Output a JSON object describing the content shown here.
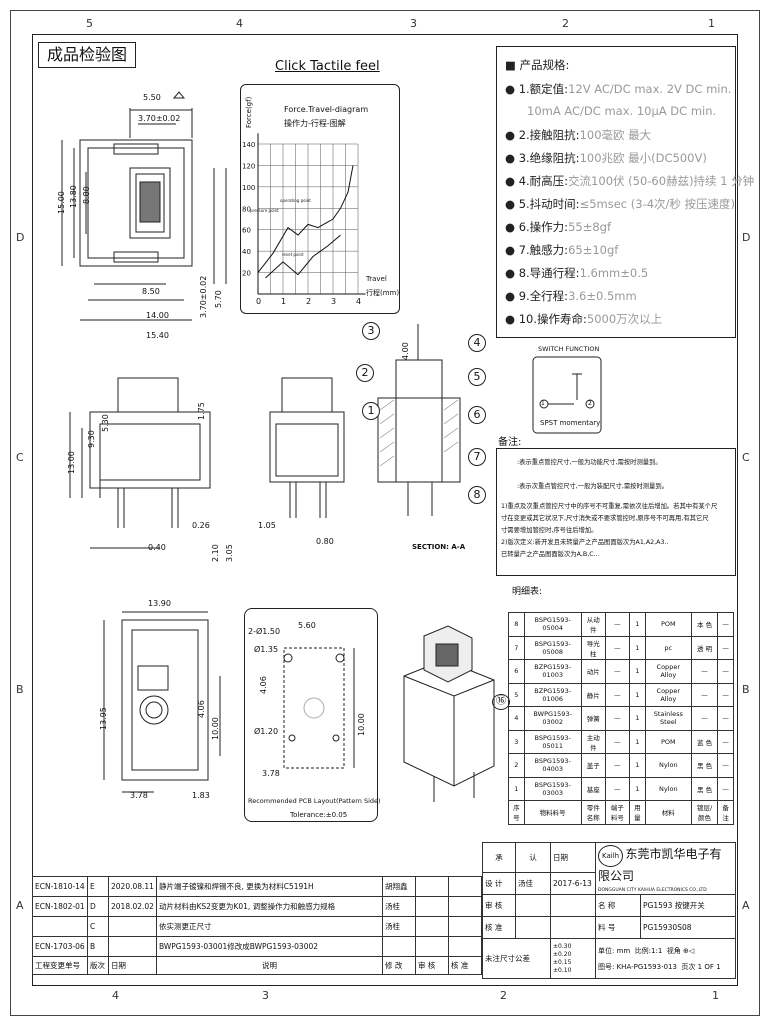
{
  "zones": {
    "top": [
      "5",
      "4",
      "3",
      "2",
      "1"
    ],
    "bottom": [
      "4",
      "3",
      "2",
      "1"
    ],
    "left": [
      "D",
      "C",
      "B",
      "A"
    ],
    "right": [
      "D",
      "C",
      "B",
      "A"
    ]
  },
  "title": "成品检验图",
  "chart_title": "Click Tactile feel",
  "diagram_title_en": "Force.Travel-diagram",
  "diagram_title_cn": "操作力-行程-图解",
  "y_axis_label": "Force(gf)",
  "x_axis_label_en": "Travel",
  "x_axis_label_cn": "行程(mm)",
  "chart_annotations": [
    "operating point",
    "pressure point",
    "reset point"
  ],
  "chart_data": {
    "type": "line",
    "title": "Click Tactile feel",
    "xlabel": "Travel 行程(mm)",
    "ylabel": "Force(gf)",
    "xlim": [
      0,
      4
    ],
    "ylim": [
      0,
      140
    ],
    "x_ticks": [
      "0",
      "1",
      "2",
      "3",
      "4"
    ],
    "y_ticks": [
      "20",
      "40",
      "60",
      "80",
      "100",
      "120",
      "140"
    ],
    "grid": true,
    "series": [
      {
        "x": [
          0,
          0.6,
          1.2,
          1.6,
          2.0,
          2.4,
          2.7,
          3.0,
          3.3,
          3.6,
          3.8
        ],
        "y": [
          20,
          38,
          62,
          55,
          65,
          62,
          66,
          70,
          80,
          95,
          120
        ]
      },
      {
        "x": [
          0.3,
          1.0,
          1.6,
          2.2,
          2.8,
          3.3
        ],
        "y": [
          15,
          30,
          18,
          35,
          45,
          55
        ]
      }
    ]
  },
  "specs": {
    "header": "产品规格:",
    "items": [
      {
        "label": "1.额定值:",
        "value": "12V AC/DC max. 2V DC min."
      },
      {
        "label": "",
        "value": "10mA AC/DC max. 10μA DC min."
      },
      {
        "label": "2.接触阻抗:",
        "value": "100毫欧 最大"
      },
      {
        "label": "3.绝缘阻抗:",
        "value": "100兆欧 最小(DC500V)"
      },
      {
        "label": "4.耐高压:",
        "value": "交流100伏 (50-60赫兹)持续 1 分钟"
      },
      {
        "label": "5.抖动时间:",
        "value": "≤5msec (3-4次/秒 按压速度)"
      },
      {
        "label": "6.操作力:",
        "value": "55±8gf"
      },
      {
        "label": "7.触感力:",
        "value": "65±10gf"
      },
      {
        "label": "8.导通行程:",
        "value": "1.6mm±0.5"
      },
      {
        "label": "9.全行程:",
        "value": "3.6±0.5mm"
      },
      {
        "label": "10.操作寿命:",
        "value": "5000万次以上"
      }
    ]
  },
  "switch_function": {
    "title": "SWITCH FUNCTION",
    "label": "SPST momentary",
    "pins": [
      "1",
      "2"
    ]
  },
  "notes": {
    "title": "备注:",
    "lines": [
      ":表示重点管控尺寸,一般为功能尺寸,需按时测量到。",
      ":表示次重点管控尺寸,一般为装配尺寸,需按时测量到。",
      "1)重点及次重点管控尺寸中的序号不可重复,需依次往后增加。若其中有某个尺",
      "寸在变更或其它状况下,尺寸消失或不要求管控时,原序号不可再用,有其它尺",
      "寸需要增加管控时,序号往后增加。",
      "2)版次定义:新开发且未转量产之产品图面版次为A1,A2,A3..",
      "已转量产之产品图面版次为A,B,C..."
    ]
  },
  "bom": {
    "title": "明细表:",
    "headers": [
      "序号",
      "物料料号",
      "零件名称",
      "端子料号",
      "用量",
      "材料",
      "镀层/颜色",
      "备注"
    ],
    "rows": [
      {
        "no": "8",
        "part": "BSPG1593-05004",
        "name": "从动件",
        "term": "—",
        "qty": "1",
        "mat": "POM",
        "color": "本 色"
      },
      {
        "no": "7",
        "part": "BSPG1593-05008",
        "name": "导光柱",
        "term": "—",
        "qty": "1",
        "mat": "pc",
        "color": "透 明"
      },
      {
        "no": "6",
        "part": "BZPG1593-01003",
        "name": "动片",
        "term": "—",
        "qty": "1",
        "mat": "Copper Alloy",
        "color": "—"
      },
      {
        "no": "5",
        "part": "BZPG1593-01006",
        "name": "静片",
        "term": "—",
        "qty": "1",
        "mat": "Copper Alloy",
        "color": "—"
      },
      {
        "no": "4",
        "part": "BWPG1593-03002",
        "name": "弹簧",
        "term": "—",
        "qty": "1",
        "mat": "Stainless Steel",
        "color": "—"
      },
      {
        "no": "3",
        "part": "BSPG1593-05011",
        "name": "主动件",
        "term": "—",
        "qty": "1",
        "mat": "POM",
        "color": "蓝 色"
      },
      {
        "no": "2",
        "part": "BSPG1593-04003",
        "name": "盖子",
        "term": "—",
        "qty": "1",
        "mat": "Nylon",
        "color": "黑 色"
      },
      {
        "no": "1",
        "part": "BSPG1593-03003",
        "name": "基座",
        "term": "—",
        "qty": "1",
        "mat": "Nylon",
        "color": "黑 色"
      }
    ]
  },
  "dims": {
    "top_w": "5.50",
    "top_w2": "3.70±0.02",
    "h15": "15.00",
    "h13": "13.80",
    "h8": "8.80",
    "w850": "8.50",
    "w14": "14.00",
    "w1540": "15.40",
    "v370": "3.70±0.02",
    "v570": "5.70",
    "s1300": "13.00",
    "s930": "9.30",
    "s530": "5.30",
    "s175": "1.75",
    "s026": "0.26",
    "s040": "0.40",
    "s210": "2.10",
    "s305": "3.05",
    "s105": "1.05",
    "s080": "0.80",
    "s400": "4.00",
    "b1390": "13.90",
    "b1395": "13.95",
    "b406": "4.06",
    "b1000": "10.00",
    "b378": "3.78",
    "b183": "1.83",
    "p150": "2-Ø1.50",
    "p560": "5.60",
    "p135": "Ø1.35",
    "p406": "4.06",
    "p120": "Ø1.20",
    "p1000": "10.00",
    "p378": "3.78",
    "section": "SECTION: A-A"
  },
  "pcb_caption": "Recommended PCB Layout(Pattern Side)",
  "tolerance": "Tolerance:±0.05",
  "balloons": [
    "3",
    "2",
    "1",
    "4",
    "5",
    "6",
    "7",
    "8"
  ],
  "revisions": [
    {
      "ecn": "ECN-1810-14",
      "rev": "E",
      "date": "2020.08.11",
      "desc": "静片端子镀镍和焊锡不良, 更换为材料C5191H",
      "by": "胡翔鑫"
    },
    {
      "ecn": "ECN-1802-01",
      "rev": "D",
      "date": "2018.02.02",
      "desc": "动片材料由KS2变更为K01, 调整操作力和触感力规格",
      "by": "汤桂"
    },
    {
      "ecn": "",
      "rev": "C",
      "date": "",
      "desc": "依实测更正尺寸",
      "by": "汤桂"
    },
    {
      "ecn": "ECN-1703-06",
      "rev": "B",
      "date": "",
      "desc": "BWPG1593-03001修改成BWPG1593-03002",
      "by": ""
    }
  ],
  "rev_headers": [
    "工程变更单号",
    "版次",
    "日期",
    "说明",
    "修 改",
    "审 核",
    "核 准"
  ],
  "company": {
    "cn": "东莞市凯华电子有限公司",
    "en": "DONGGUAN CITY KAIHUA ELECTRONICS CO.,LTD",
    "logo": "Kailh"
  },
  "titleblock": {
    "cheng": "承",
    "ren": "认",
    "date_label": "日期",
    "design": "设 计",
    "designer": "汤佳",
    "design_date": "2017-6-13",
    "check": "审 核",
    "approve": "核 准",
    "name_label": "名 称",
    "name_value": "PG1593 按键开关",
    "part_label": "料 号",
    "part_value": "PG15930S08",
    "unmarked": "未注尺寸公差",
    "tol_rows": [
      "±0.30",
      "±0.20",
      "±0.15",
      "±0.10"
    ],
    "unit": "单位: mm",
    "scale": "比例:1:1",
    "view": "视角",
    "drawing_label": "图号:",
    "drawing_no": "KHA-PG1593-013",
    "page": "页次 1 OF 1"
  }
}
